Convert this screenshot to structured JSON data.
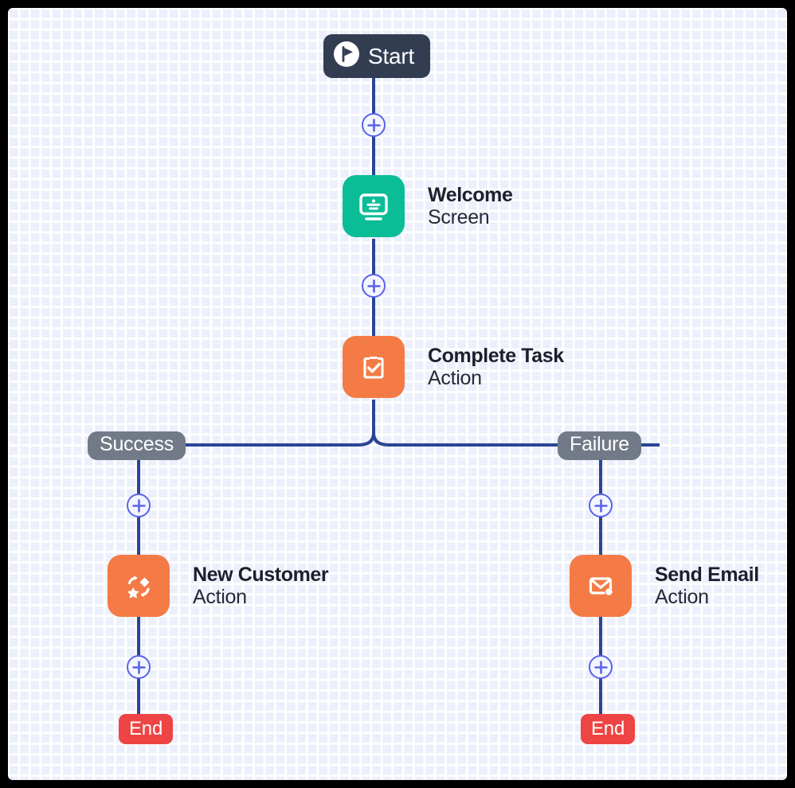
{
  "canvas": {
    "background_color": "#eceffc",
    "grid_line_color": "#ffffff",
    "frame_color": "#000000",
    "connector_color": "#2a4596"
  },
  "palette": {
    "start_bg": "#333d52",
    "end_bg": "#ef4444",
    "screen_node": "#0bbd96",
    "action_node": "#f47b45",
    "branch_label_bg": "#737a87",
    "plus_border": "#5b63e8",
    "plus_fill": "#f3f6ff",
    "title_text": "#1b202c"
  },
  "flow": {
    "start": {
      "label": "Start",
      "icon": "play-flag-icon"
    },
    "end_success": {
      "label": "End"
    },
    "end_failure": {
      "label": "End"
    },
    "nodes": [
      {
        "id": "welcome-screen",
        "title": "Welcome",
        "subtitle": "Screen",
        "icon": "monitor-screen-icon",
        "color": "#0bbd96"
      },
      {
        "id": "complete-task",
        "title": "Complete Task",
        "subtitle": "Action",
        "icon": "clipboard-check-icon",
        "color": "#f47b45"
      },
      {
        "id": "new-customer",
        "title": "New Customer",
        "subtitle": "Action",
        "icon": "automation-sparkle-icon",
        "color": "#f47b45"
      },
      {
        "id": "send-email",
        "title": "Send Email",
        "subtitle": "Action",
        "icon": "envelope-dot-icon",
        "color": "#f47b45"
      }
    ],
    "branches": [
      {
        "id": "success",
        "label": "Success"
      },
      {
        "id": "failure",
        "label": "Failure"
      }
    ],
    "add_buttons": [
      {
        "id": "add-after-start",
        "icon": "plus-icon"
      },
      {
        "id": "add-after-welcome-screen",
        "icon": "plus-icon"
      },
      {
        "id": "add-on-success-branch",
        "icon": "plus-icon"
      },
      {
        "id": "add-on-failure-branch",
        "icon": "plus-icon"
      },
      {
        "id": "add-after-new-customer",
        "icon": "plus-icon"
      },
      {
        "id": "add-after-send-email",
        "icon": "plus-icon"
      }
    ]
  }
}
